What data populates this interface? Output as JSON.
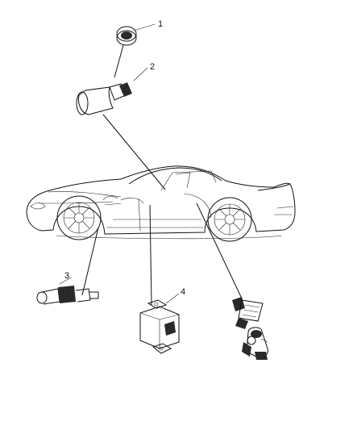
{
  "callouts": [
    {
      "number": "1",
      "part": "switch-bezel"
    },
    {
      "number": "2",
      "part": "lamp-socket-assembly"
    },
    {
      "number": "3",
      "part": "bulb-socket"
    },
    {
      "number": "4",
      "part": "switch-module"
    }
  ],
  "colors": {
    "line": "#111111",
    "background": "#ffffff",
    "shading": "#2a2a2a"
  }
}
